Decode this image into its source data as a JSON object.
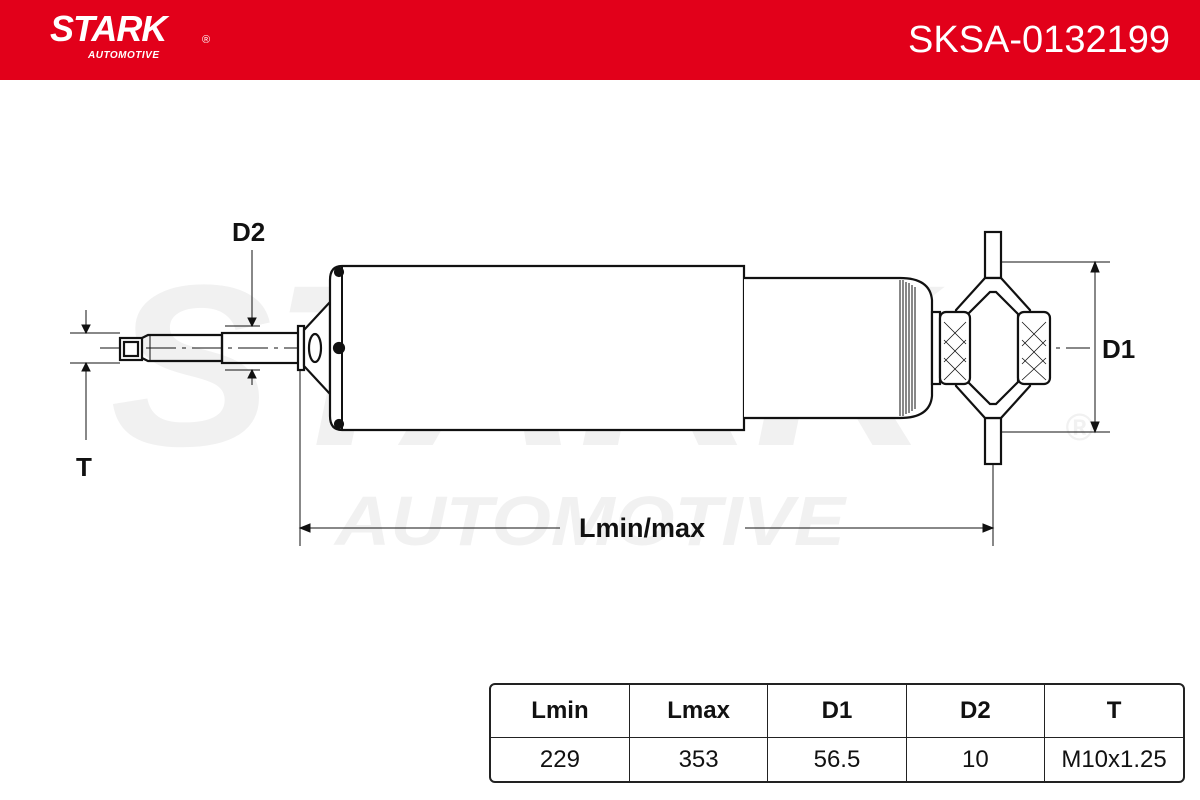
{
  "header": {
    "brand": "STARK",
    "brand_sub": "AUTOMOTIVE",
    "registered_mark": "®",
    "part_number": "SKSA-0132199",
    "background_color": "#e2001a"
  },
  "watermark": {
    "text": "STARK",
    "sub": "AUTOMOTIVE",
    "mark": "®"
  },
  "diagram": {
    "labels": {
      "d2": "D2",
      "d1": "D1",
      "t": "T",
      "length": "Lmin/max"
    }
  },
  "specs": {
    "headers": [
      "Lmin",
      "Lmax",
      "D1",
      "D2",
      "T"
    ],
    "values": [
      "229",
      "353",
      "56.5",
      "10",
      "M10x1.25"
    ]
  }
}
